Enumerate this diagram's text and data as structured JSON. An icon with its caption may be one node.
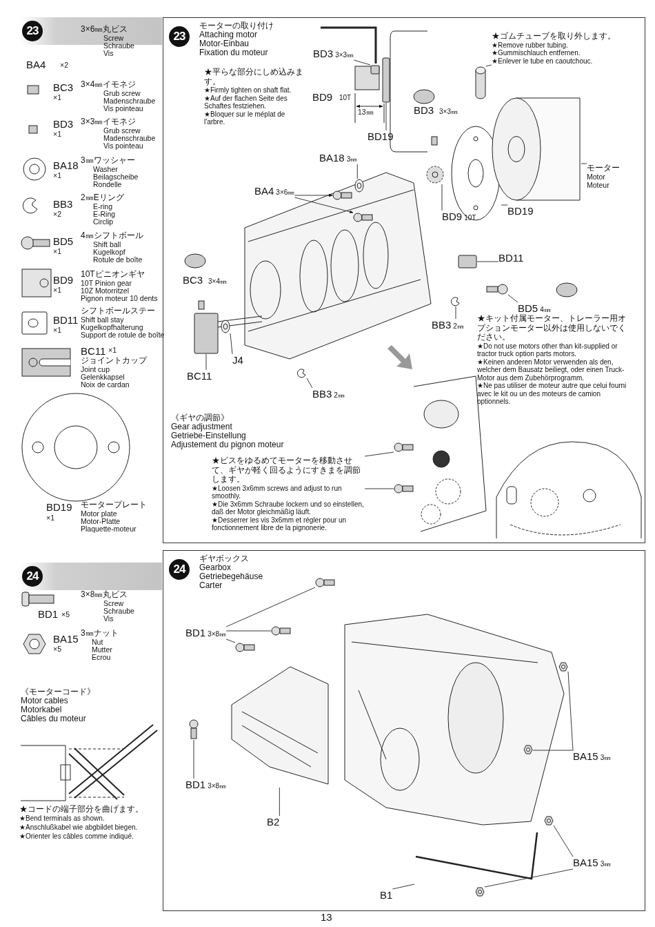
{
  "diagram": {
    "nodes": [
      {
        "text": [
          "23"
        ]
      },
      {
        "text": [
          "23",
          "モーターの取り付け",
          "Attaching motor",
          "Motor-Einbau",
          "Fixation du moteur"
        ]
      },
      {
        "text": [
          "BD3",
          "3×3㎜"
        ],
        "in": 1
      },
      {
        "text": [
          "BD19"
        ],
        "in": 1
      },
      {
        "text": [
          "★ゴムチューブを取り外します。",
          "★Remove rubber tubing.",
          "★Gummischlauch entfernen.",
          "★Enlever le tube en caoutchouc."
        ],
        "in": 1
      },
      {
        "text": [
          "BA18",
          "3㎜"
        ],
        "in": 1
      },
      {
        "text": [
          "BA4",
          "3×6㎜"
        ],
        "in": 1
      },
      {
        "text": [
          "BD9",
          "10T"
        ],
        "in": 1
      },
      {
        "text": [
          "BD19"
        ],
        "in": 1
      },
      {
        "text": [
          "モーター",
          "Motor",
          "Moteur"
        ],
        "in": 1
      },
      {
        "text": [
          "BD11"
        ],
        "in": 1
      },
      {
        "text": [
          "BD5",
          "4㎜"
        ],
        "in": 1
      },
      {
        "text": [
          "J4"
        ],
        "in": 1
      },
      {
        "text": [
          "BC11"
        ],
        "in": 1
      },
      {
        "text": [
          "BB3",
          "2㎜"
        ],
        "in": 1
      },
      {
        "text": [
          "BB3",
          "2㎜"
        ],
        "in": 1
      },
      {
        "text": [
          "★ビスをゆるめてモーターを移動させて、ギヤが軽く回るようにすきまを調節します。",
          "★Loosen 3x6mm screws and adjust to run smoothly.",
          "★Die 3x6mm Schraube lockern und so einstellen, daß der Motor gleichmäßig läuft.",
          "★Desserrer les vis 3x6mm et régler pour un fonctionnement libre de la pignonerie."
        ],
        "in": 1
      },
      {
        "text": [
          "24"
        ]
      },
      {
        "text": [
          "24",
          "ギヤボックス",
          "Gearbox",
          "Getriebegehäuse",
          "Carter"
        ]
      },
      {
        "text": [
          "BD1",
          "3×8㎜"
        ],
        "in": 18
      },
      {
        "text": [
          "BD1",
          "3×8㎜"
        ],
        "in": 18
      },
      {
        "text": [
          "B2"
        ],
        "in": 18
      },
      {
        "text": [
          "BA15",
          "3㎜"
        ],
        "in": 18
      },
      {
        "text": [
          "BA15",
          "3㎜"
        ],
        "in": 18
      },
      {
        "text": [
          "B1"
        ],
        "in": 18
      },
      {
        "text": [],
        "shape": "box",
        "in": 1
      },
      {
        "text": [],
        "shape": "box",
        "in": 1
      },
      {
        "text": [],
        "shape": "cylinder",
        "in": 1
      },
      {
        "text": [],
        "shape": "circle",
        "in": 1
      },
      {
        "text": [],
        "shape": "picture",
        "in": 1
      },
      {
        "text": [],
        "shape": "picture",
        "in": 1
      },
      {
        "text": [],
        "shape": "picture",
        "in": 1
      },
      {
        "text": [],
        "shape": "picture",
        "in": 1
      },
      {
        "text": [],
        "shape": "cylinder",
        "in": 1
      },
      {
        "text": [],
        "shape": "box",
        "in": 1
      },
      {
        "text": [],
        "shape": "picture",
        "in": 1
      },
      {
        "text": [],
        "shape": "circle",
        "in": 1
      },
      {
        "text": [],
        "shape": "box",
        "in": 1
      },
      {
        "text": [],
        "shape": "picture",
        "in": 1
      },
      {
        "text": [],
        "shape": "picture",
        "in": 1
      },
      {
        "text": [],
        "shape": "picture",
        "in": 1
      },
      {
        "text": [],
        "shape": "picture",
        "in": 1
      },
      {
        "text": [],
        "shape": "picture",
        "in": 18
      },
      {
        "text": [],
        "shape": "picture",
        "in": 18
      },
      {
        "text": [],
        "shape": "picture",
        "in": 18
      },
      {
        "text": [],
        "shape": "picture",
        "in": 18
      },
      {
        "text": [],
        "shape": "picture",
        "in": 18
      },
      {
        "text": [],
        "shape": "picture",
        "in": 18
      },
      {
        "text": [],
        "shape": "picture",
        "in": 18
      },
      {
        "text": [],
        "shape": "picture",
        "in": 18
      },
      {
        "text": [],
        "shape": "picture",
        "in": 18
      },
      {
        "text": [],
        "shape": "picture",
        "in": 18
      }
    ],
    "edges": [
      {
        "from": 2,
        "to": 25,
        "arrow": "none"
      },
      {
        "from": 3,
        "to": 26,
        "arrow": "none"
      },
      {
        "from": 4,
        "to": 27,
        "arrow": "none"
      },
      {
        "from": 5,
        "to": 28,
        "arrow": "none"
      },
      {
        "from": 6,
        "to": 29,
        "arrow": "to"
      },
      {
        "from": 6,
        "to": 30,
        "arrow": "to"
      },
      {
        "from": 7,
        "to": 31,
        "arrow": "none"
      },
      {
        "from": 8,
        "to": 32,
        "arrow": "none"
      },
      {
        "from": 9,
        "to": 33,
        "arrow": "none"
      },
      {
        "from": 10,
        "to": 34,
        "arrow": "none"
      },
      {
        "from": 11,
        "to": 35,
        "arrow": "none"
      },
      {
        "from": 12,
        "to": 36,
        "arrow": "none"
      },
      {
        "from": 13,
        "to": 37,
        "arrow": "none"
      },
      {
        "from": 14,
        "to": 38,
        "arrow": "none"
      },
      {
        "from": 15,
        "to": 39,
        "arrow": "none"
      },
      {
        "from": 16,
        "to": 40,
        "arrow": "none"
      },
      {
        "from": 16,
        "to": 41,
        "arrow": "none"
      },
      {
        "from": 19,
        "to": 42,
        "arrow": "none"
      },
      {
        "from": 19,
        "to": 43,
        "arrow": "none"
      },
      {
        "from": 19,
        "to": 44,
        "arrow": "none"
      },
      {
        "from": 20,
        "to": 45,
        "arrow": "none"
      },
      {
        "from": 21,
        "to": 46,
        "arrow": "none"
      },
      {
        "from": 22,
        "to": 48,
        "arrow": "none"
      },
      {
        "from": 22,
        "to": 49,
        "arrow": "none"
      },
      {
        "from": 23,
        "to": 50,
        "arrow": "none"
      },
      {
        "from": 23,
        "to": 51,
        "arrow": "none"
      },
      {
        "from": 24,
        "to": 47,
        "arrow": "none"
      }
    ],
    "labels": [
      "BA4",
      "×2",
      "3×6㎜丸ビス",
      "Screw",
      "Schraube",
      "Vis",
      "BC3",
      "×1",
      "3×4㎜イモネジ",
      "Grub screw",
      "Madenschraube",
      "Vis pointeau",
      "BD3",
      "×1",
      "3×3㎜イモネジ",
      "Grub screw",
      "Madenschraube",
      "Vis pointeau",
      "BA18",
      "×1",
      "3㎜ワッシャー",
      "Washer",
      "Beilagscheibe",
      "Rondelle",
      "BB3",
      "×2",
      "2㎜Eリング",
      "E-ring",
      "E-Ring",
      "Circlip",
      "BD5",
      "×1",
      "4㎜シフトボール",
      "Shift ball",
      "Kugelkopf",
      "Rotule de boîte",
      "BD9",
      "×1",
      "10Tピニオンギヤ",
      "10T Pinion gear",
      "10Z Motorritzel",
      "Pignon moteur 10 dents",
      "BD11",
      "×1",
      "シフトボールステー",
      "Shift ball stay",
      "Kugelkopfhalterung",
      "Support de rotule de boîte",
      "BC11",
      "×1",
      "ジョイントカップ",
      "Joint cup",
      "Gelenkkapsel",
      "Noix de cardan",
      "BD19",
      "×1",
      "モータープレート",
      "Motor plate",
      "Motor-Platte",
      "Plaquette-moteur",
      "★平らな部分にしめ込みます。",
      "★Firmly tighten on shaft flat.",
      "★Auf der flachen Seite des Schaftes festziehen.",
      "★Bloquer sur le méplat de l'arbre.",
      "BD9",
      "10T",
      "13㎜",
      "BD3",
      "3×3㎜",
      "BC3",
      "3×4㎜",
      "★キット付属モーター、トレーラー用オプションモーター以外は使用しないでください。",
      "★Do not use motors other than kit-supplied or tractor truck option parts motors.",
      "★Keinen anderen Motor verwenden als den, welcher dem Bausatz beiliegt, oder einen Truck-Motor aus dem Zubehörprogramm.",
      "★Ne pas utiliser de moteur autre que celui fourni avec le kit ou un des moteurs de camion optionnels.",
      "《ギヤの調節》",
      "Gear adjustment",
      "Getriebe-Einstellung",
      "Adjustement du pignon moteur",
      "BD1",
      "×5",
      "3×8㎜丸ビス",
      "Screw",
      "Schraube",
      "Vis",
      "BA15",
      "×5",
      "3㎜ナット",
      "Nut",
      "Mutter",
      "Ecrou",
      "《モーターコード》",
      "Motor cables",
      "Motorkabel",
      "Câbles du moteur",
      "★コードの端子部分を曲げます。",
      "★Bend terminals as shown.",
      "★Anschlußkabel wie abgbildet biegen.",
      "★Orienter les câbles comme indiqué.",
      "13"
    ]
  }
}
